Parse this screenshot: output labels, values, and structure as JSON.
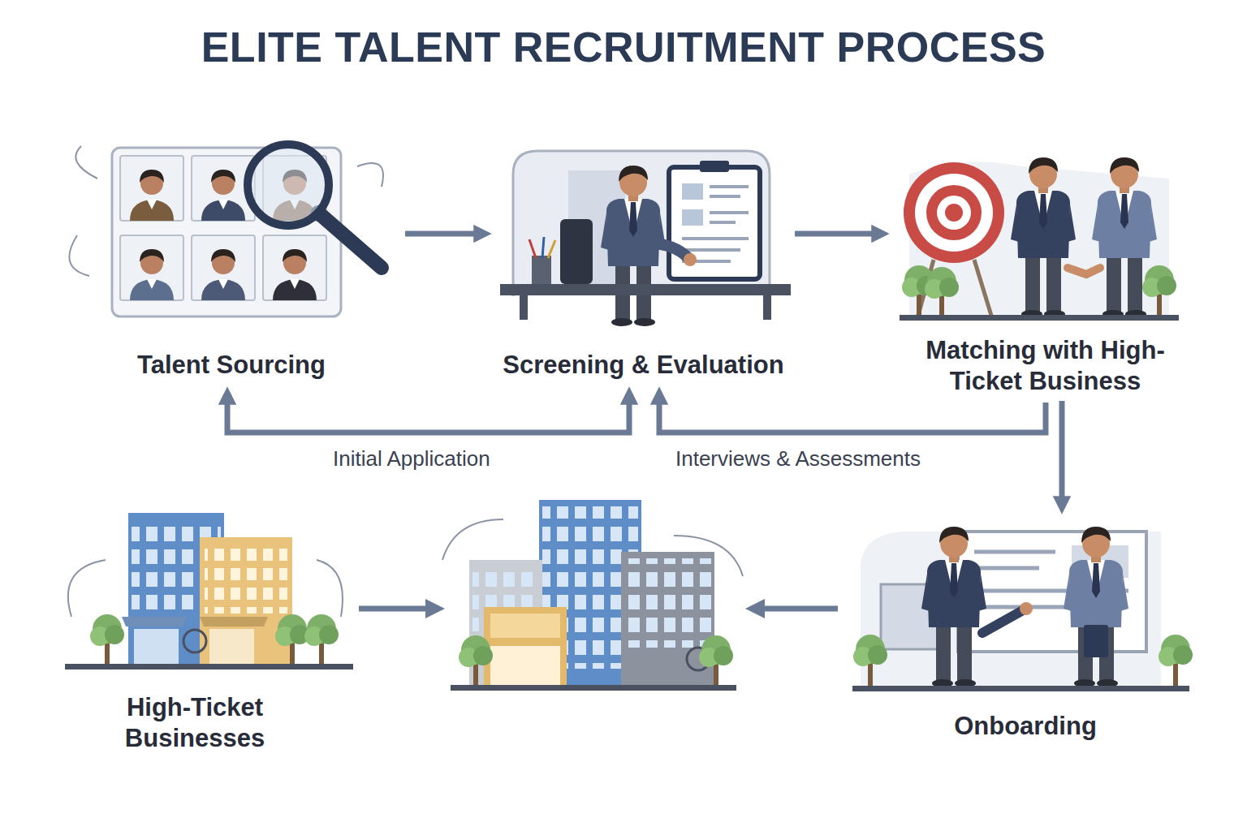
{
  "diagram": {
    "title": "ELITE TALENT RECRUITMENT PROCESS",
    "nodes": [
      {
        "text": [
          "Talent Sourcing"
        ]
      },
      {
        "text": [
          "Screening & Evaluation"
        ]
      },
      {
        "text": [
          "Matching with High-Ticket Business"
        ]
      },
      {
        "text": [
          "High-Ticket Businesses"
        ]
      },
      {
        "text": [
          "Onboarding"
        ]
      }
    ],
    "edges": [
      {
        "from": 0,
        "to": 1,
        "arrow": "to"
      },
      {
        "from": 1,
        "to": 2,
        "arrow": "to"
      },
      {
        "from": 0,
        "to": 1,
        "label": "Initial Application",
        "arrow": "both"
      },
      {
        "from": 2,
        "to": 1,
        "label": "Interviews & Assessments",
        "arrow": "to"
      },
      {
        "from": 2,
        "to": 4,
        "arrow": "to"
      }
    ]
  }
}
